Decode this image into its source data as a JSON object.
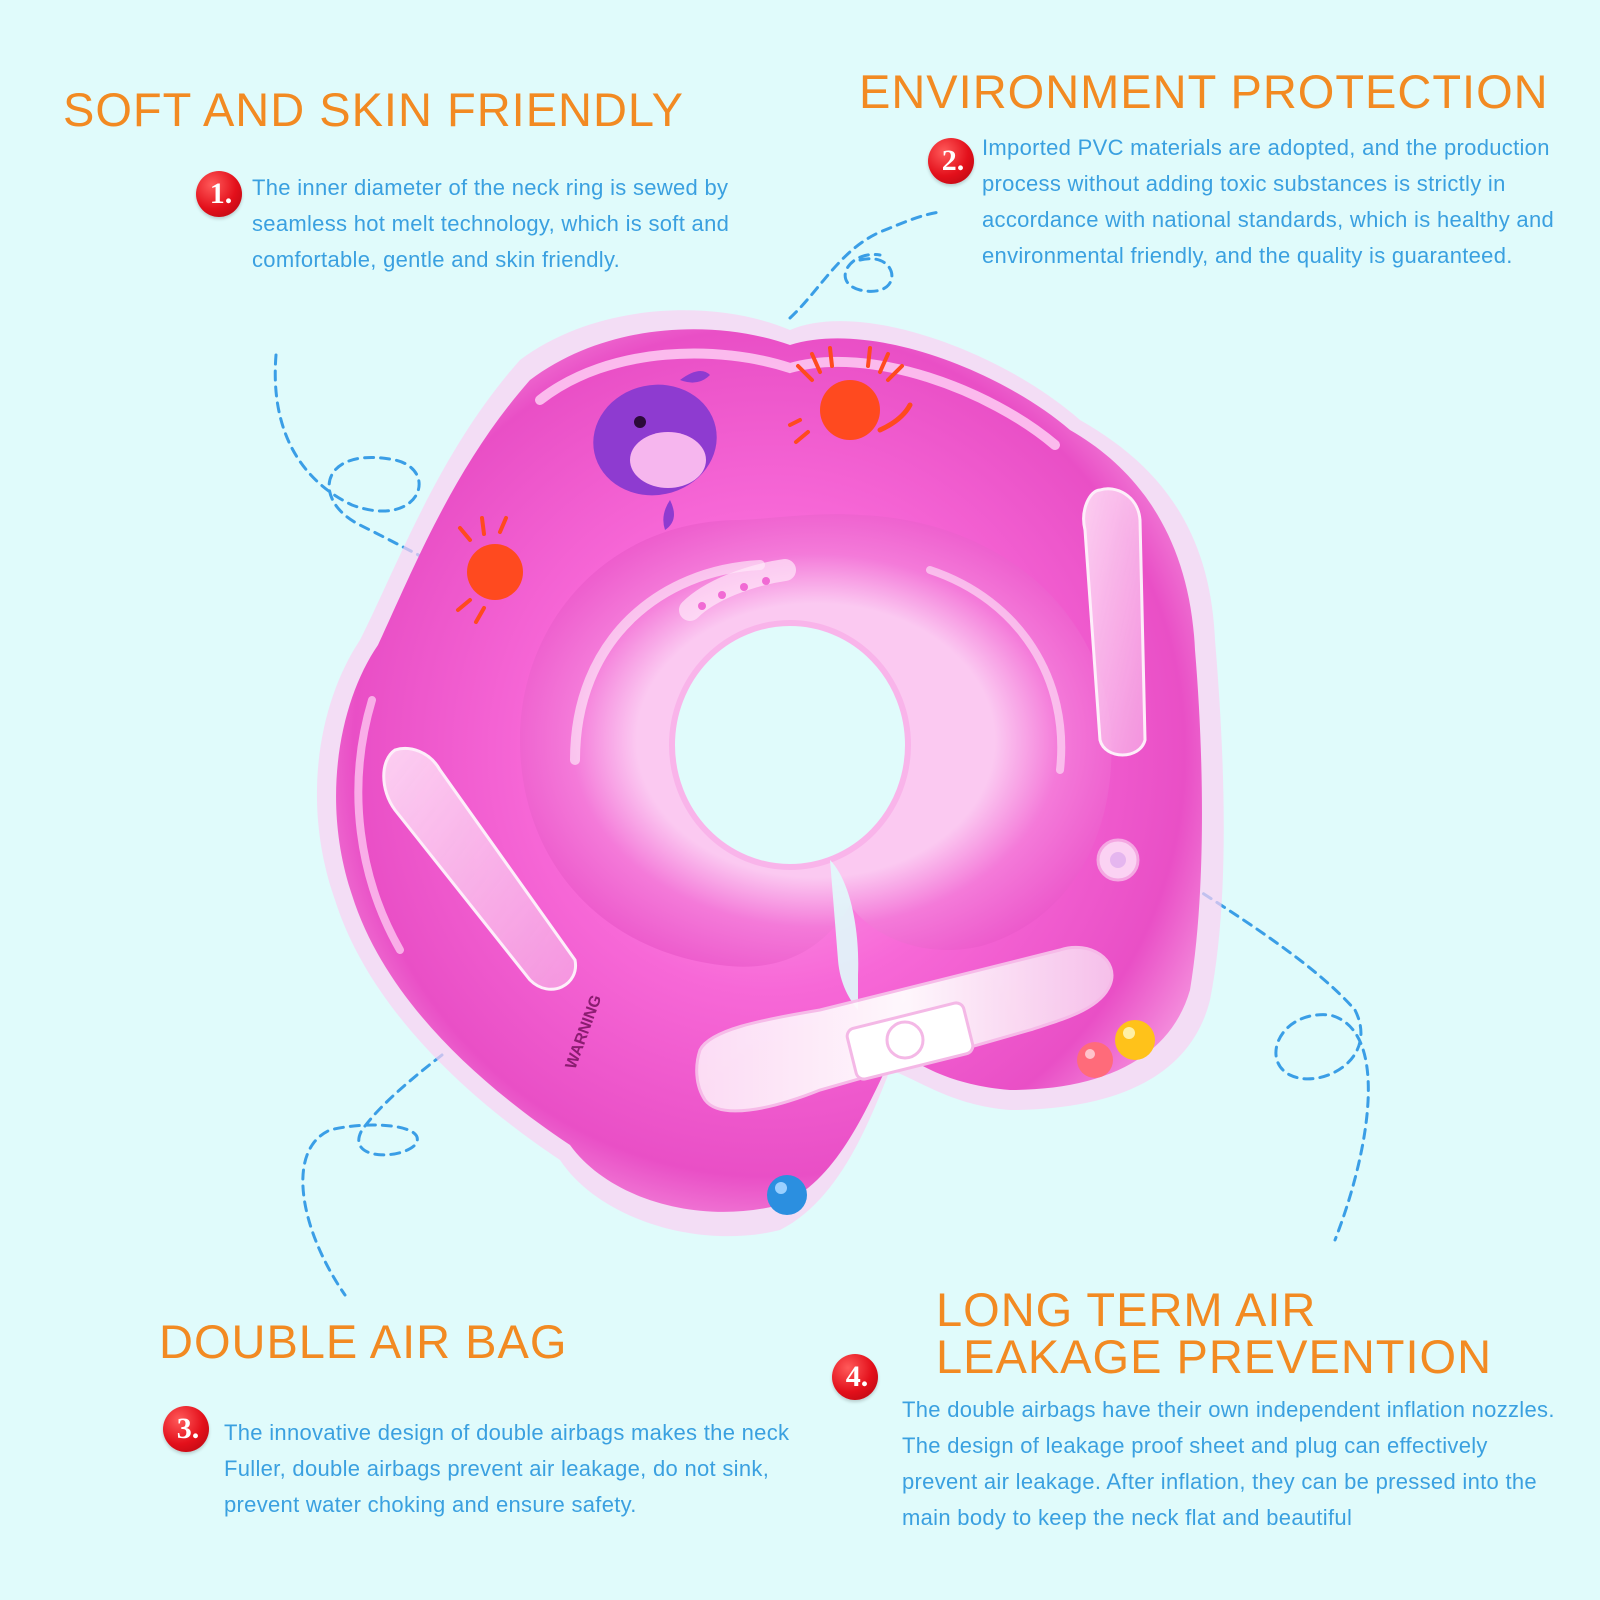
{
  "features": [
    {
      "number": "1.",
      "title": "SOFT AND SKIN FRIENDLY",
      "text": "The inner diameter of the neck ring is sewed by seamless hot melt technology, which is soft and comfortable, gentle and skin friendly."
    },
    {
      "number": "2.",
      "title": "ENVIRONMENT PROTECTION",
      "text": "Imported PVC materials are adopted, and the production process without adding toxic substances is strictly in accordance with national standards, which is healthy and environmental friendly, and the quality is guaranteed."
    },
    {
      "number": "3.",
      "title": "DOUBLE AIR BAG",
      "text": "The innovative design of double airbags makes the neck Fuller, double airbags prevent air leakage, do not sink, prevent water choking and ensure safety."
    },
    {
      "number": "4.",
      "title": "LONG TERM AIR LEAKAGE PREVENTION",
      "text": "The double airbags have their own independent inflation nozzles. The design of leakage proof sheet and plug can effectively prevent air leakage. After inflation, they can be pressed into the main body to keep the neck flat and beautiful"
    }
  ],
  "product_label": {
    "warning": "WARNING"
  },
  "colors": {
    "background": "#e0fbfb",
    "heading": "#f28a22",
    "body_text": "#3aa0e0",
    "badge": "#e3101b",
    "product_pink": "#f25fcf",
    "dashed_line": "#3a9ee6"
  }
}
